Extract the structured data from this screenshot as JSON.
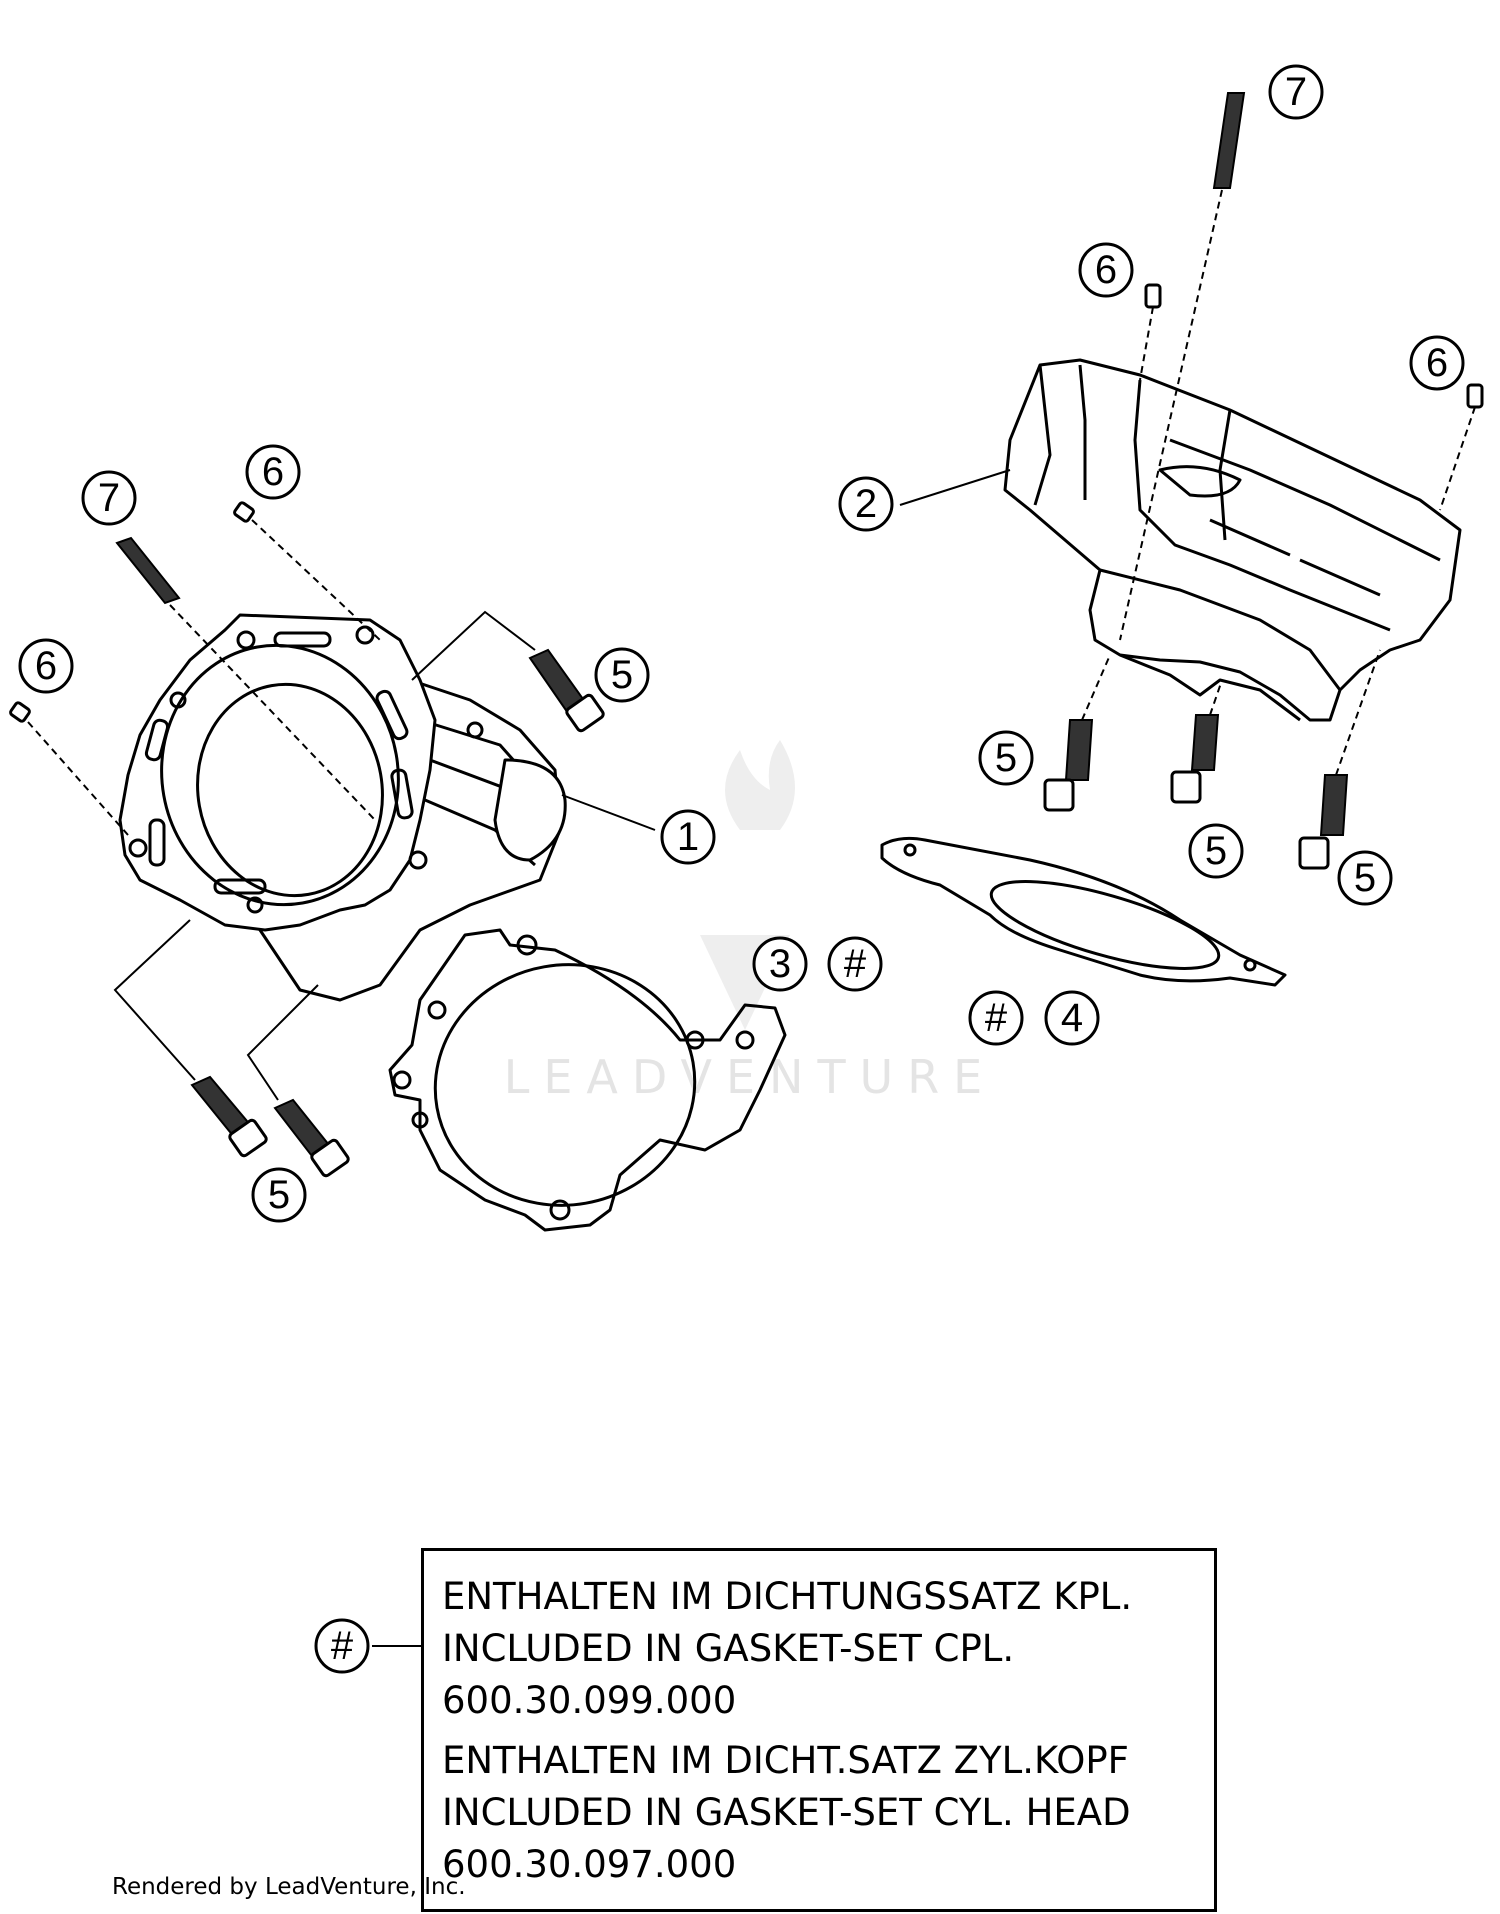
{
  "callouts": {
    "c1": "1",
    "c2": "2",
    "c3": "3",
    "c4": "4",
    "c5a": "5",
    "c5b": "5",
    "c5c": "5",
    "c5d": "5",
    "c5e": "5",
    "c6a": "6",
    "c6b": "6",
    "c6c": "6",
    "c6d": "6",
    "c7a": "7",
    "c7b": "7",
    "hash3": "#",
    "hash4": "#"
  },
  "watermark": "LEADVENTURE",
  "legend": {
    "marker": "#",
    "lines": [
      "ENTHALTEN IM DICHTUNGSSATZ KPL.",
      "INCLUDED IN GASKET-SET CPL.",
      "600.30.099.000",
      "ENTHALTEN IM DICHT.SATZ ZYL.KOPF",
      "INCLUDED IN GASKET-SET CYL. HEAD",
      "600.30.097.000"
    ]
  },
  "footer": {
    "render_credit": "Rendered by LeadVenture, Inc."
  }
}
